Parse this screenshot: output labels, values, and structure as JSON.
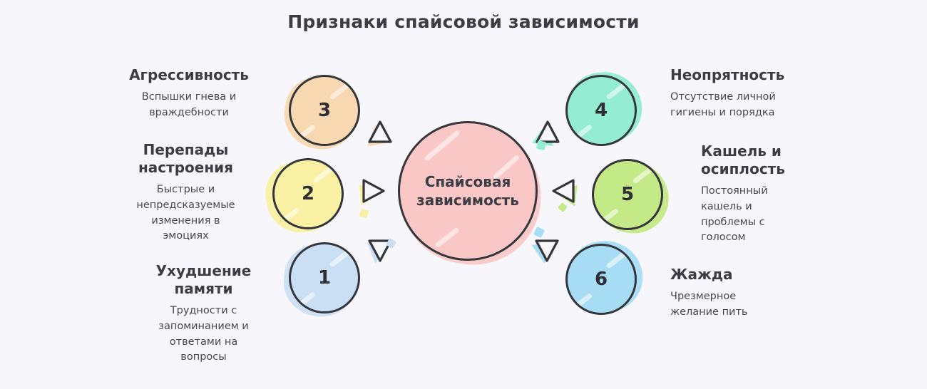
{
  "title": "Признаки спайсовой зависимости",
  "center": {
    "label": "Спайсовая зависимость",
    "fill": "#f9c8c6"
  },
  "items": [
    {
      "number": "3",
      "heading": "Агрессивность",
      "description": "Вспышки гнева и враждебности",
      "fill": "#f8d8b0",
      "side": "left"
    },
    {
      "number": "2",
      "heading": "Перепады настроения",
      "description": "Быстрые и непредсказуемые изменения в эмоциях",
      "fill": "#f8f1a4",
      "side": "left"
    },
    {
      "number": "1",
      "heading": "Ухудшение памяти",
      "description": "Трудности с запоминанием и ответами на вопросы",
      "fill": "#cbdff4",
      "side": "left"
    },
    {
      "number": "4",
      "heading": "Неопрятность",
      "description": "Отсутствие личной гигиены и порядка",
      "fill": "#94ecd1",
      "side": "right"
    },
    {
      "number": "5",
      "heading": "Кашель и осиплость",
      "description": "Постоянный кашель и проблемы с голосом",
      "fill": "#c4e987",
      "side": "right"
    },
    {
      "number": "6",
      "heading": "Жажда",
      "description": "Чрезмерное желание пить",
      "fill": "#a6ddf4",
      "side": "right"
    }
  ],
  "colors": {
    "background": "#f7f7fb",
    "outline": "#35363b",
    "heading_text": "#3c3d44",
    "body_text": "#46474d"
  }
}
